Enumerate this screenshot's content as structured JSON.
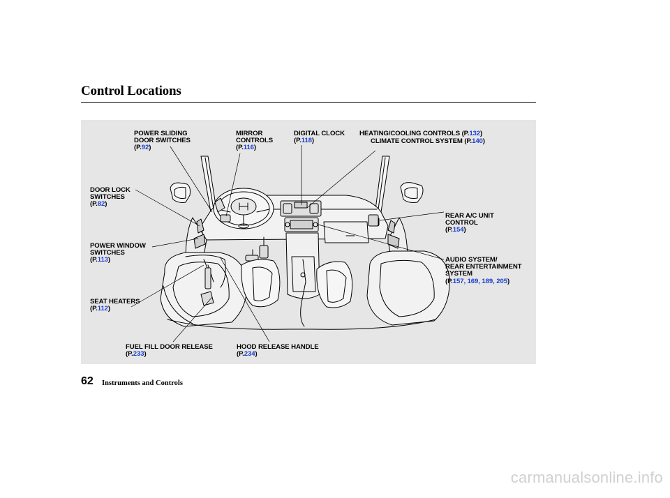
{
  "page": {
    "title": "Control Locations",
    "page_number": "62",
    "section": "Instruments and Controls",
    "watermark": "carmanualsonline.info"
  },
  "labels": {
    "sliding": {
      "l1": "POWER SLIDING",
      "l2": "DOOR SWITCHES",
      "pre": "(P.",
      "num": "92",
      "post": ")"
    },
    "mirror": {
      "l1": "MIRROR",
      "l2": "CONTROLS",
      "pre": "(P.",
      "num": "116",
      "post": ")"
    },
    "clock": {
      "l1": "DIGITAL CLOCK",
      "pre": "(P.",
      "num": "118",
      "post": ")"
    },
    "heating": {
      "l1": "HEATING/COOLING CONTROLS",
      "pre": "(P.",
      "num": "132",
      "post": ")"
    },
    "climate": {
      "l1": "CLIMATE CONTROL SYSTEM",
      "pre": "(P.",
      "num": "140",
      "post": ")"
    },
    "doorlock": {
      "l1": "DOOR LOCK",
      "l2": "SWITCHES",
      "pre": "(P.",
      "num": "82",
      "post": ")"
    },
    "window": {
      "l1": "POWER WINDOW",
      "l2": "SWITCHES",
      "pre": "(P.",
      "num": "113",
      "post": ")"
    },
    "seat": {
      "l1": "SEAT HEATERS",
      "pre": "(P.",
      "num": "112",
      "post": ")"
    },
    "fuel": {
      "l1": "FUEL FILL DOOR RELEASE",
      "pre": "(P.",
      "num": "233",
      "post": ")"
    },
    "hood": {
      "l1": "HOOD RELEASE HANDLE",
      "pre": "(P.",
      "num": "234",
      "post": ")"
    },
    "rearac": {
      "l1": "REAR A/C UNIT",
      "l2": "CONTROL",
      "pre": "(P.",
      "num": "154",
      "post": ")"
    },
    "audio": {
      "l1": "AUDIO SYSTEM/",
      "l2": "REAR ENTERTAINMENT",
      "l3": "SYSTEM",
      "pre": "(P.",
      "num": "157, 169, 189, 205",
      "post": ")"
    }
  }
}
